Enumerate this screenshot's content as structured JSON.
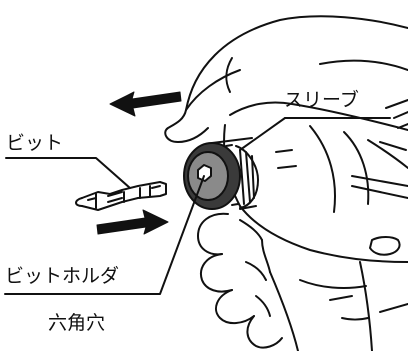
{
  "labels": {
    "bit": "ビット",
    "sleeve": "スリーブ",
    "bit_holder": "ビットホルダ",
    "hex_hole": "六角穴"
  },
  "colors": {
    "line": "#111111",
    "background": "#ffffff",
    "sleeve_dark": "#3a3a3a",
    "sleeve_mid": "#8a8a8a"
  },
  "icons": {
    "pull_arrow": "arrow-left-icon",
    "insert_arrow": "arrow-right-icon"
  }
}
